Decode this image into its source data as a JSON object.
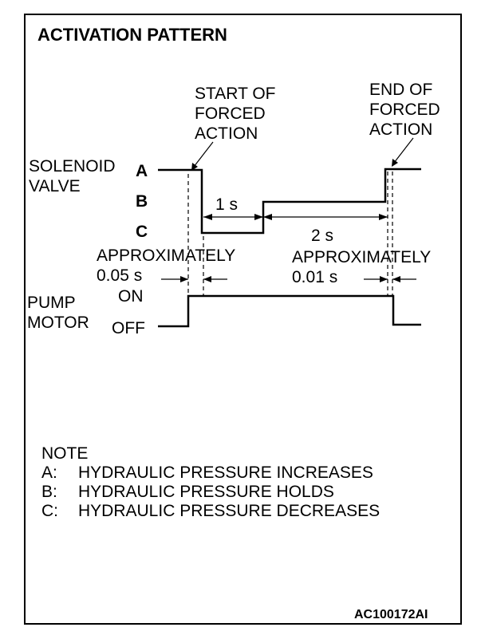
{
  "title": "ACTIVATION PATTERN",
  "start_label": [
    "START OF",
    "FORCED",
    "ACTION"
  ],
  "end_label": [
    "END OF",
    "FORCED",
    "ACTION"
  ],
  "solenoid_label": [
    "SOLENOID",
    "VALVE"
  ],
  "levels": {
    "a": "A",
    "b": "B",
    "c": "C"
  },
  "durations": {
    "one_s": "1 s",
    "two_s": "2 s"
  },
  "approx_left": [
    "APPROXIMATELY",
    "0.05 s"
  ],
  "approx_right": [
    "APPROXIMATELY",
    "0.01 s"
  ],
  "pump_label": [
    "PUMP",
    "MOTOR"
  ],
  "pump_states": {
    "on": "ON",
    "off": "OFF"
  },
  "note": {
    "heading": "NOTE",
    "items": [
      {
        "key": "A:",
        "text": "HYDRAULIC PRESSURE INCREASES"
      },
      {
        "key": "B:",
        "text": "HYDRAULIC PRESSURE HOLDS"
      },
      {
        "key": "C:",
        "text": "HYDRAULIC PRESSURE DECREASES"
      }
    ]
  },
  "figure_id": "AC100172AI"
}
